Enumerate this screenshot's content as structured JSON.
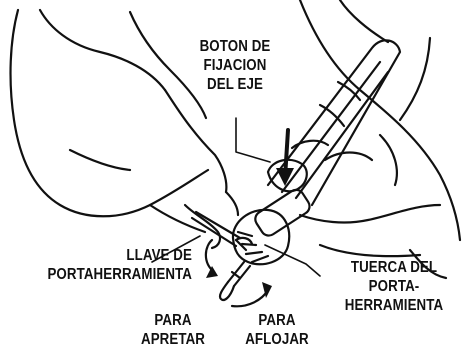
{
  "figure": {
    "labels": {
      "shaft_lock_button": [
        "BOTON DE",
        "FIJACION",
        "DEL EJE"
      ],
      "collet_wrench": [
        "LLAVE DE",
        "PORTAHERRAMIENTA"
      ],
      "collet_nut": [
        "TUERCA DEL",
        "PORTA-",
        "HERRAMIENTA"
      ],
      "tighten": [
        "PARA",
        "APRETAR"
      ],
      "loosen": [
        "PARA",
        "AFLOJAR"
      ]
    },
    "colors": {
      "ink": "#111111",
      "background": "#ffffff"
    }
  }
}
